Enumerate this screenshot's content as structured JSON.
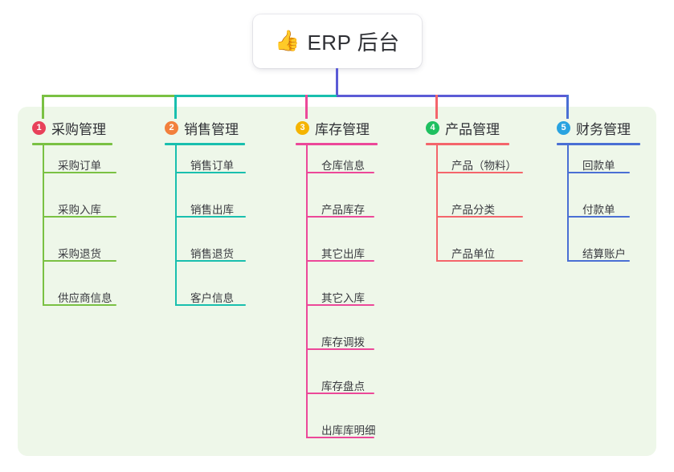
{
  "root": {
    "icon": "thumbs-up-emoji",
    "emoji": "👍",
    "title": "ERP 后台"
  },
  "palette": {
    "panel_bg": "#eef7e9",
    "page_bg": "#ffffff",
    "text": "#2f3035",
    "root_stem": "#5b5bd6"
  },
  "columns": [
    {
      "number": "1",
      "title": "采购管理",
      "badge_color": "#e8415a",
      "line_color": "#7ac143",
      "items": [
        {
          "label": "采购订单"
        },
        {
          "label": "采购入库"
        },
        {
          "label": "采购退货"
        },
        {
          "label": "供应商信息"
        }
      ]
    },
    {
      "number": "2",
      "title": "销售管理",
      "badge_color": "#f2803c",
      "line_color": "#19bfae",
      "items": [
        {
          "label": "销售订单"
        },
        {
          "label": "销售出库"
        },
        {
          "label": "销售退货"
        },
        {
          "label": "客户信息"
        }
      ]
    },
    {
      "number": "3",
      "title": "库存管理",
      "badge_color": "#f5b400",
      "line_color": "#ec4899",
      "items": [
        {
          "label": "仓库信息"
        },
        {
          "label": "产品库存"
        },
        {
          "label": "其它出库"
        },
        {
          "label": "其它入库"
        },
        {
          "label": "库存调拨"
        },
        {
          "label": "库存盘点"
        },
        {
          "label": "出库库明细"
        }
      ]
    },
    {
      "number": "4",
      "title": "产品管理",
      "badge_color": "#1fc060",
      "line_color": "#f4656b",
      "items": [
        {
          "label": "产品（物料）"
        },
        {
          "label": "产品分类"
        },
        {
          "label": "产品单位"
        }
      ]
    },
    {
      "number": "5",
      "title": "财务管理",
      "badge_color": "#29a3e0",
      "line_color": "#4a6fd4",
      "items": [
        {
          "label": "回款单"
        },
        {
          "label": "付款单"
        },
        {
          "label": "结算账户"
        }
      ]
    }
  ]
}
